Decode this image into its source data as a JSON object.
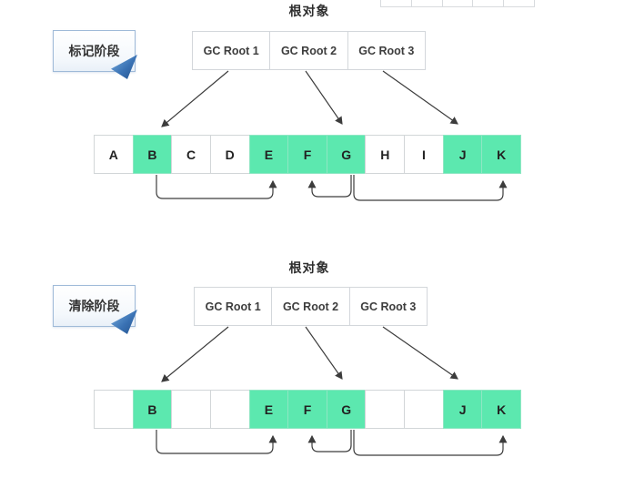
{
  "colors": {
    "marked_cell_green": "#5ce8af",
    "cell_border": "#d2d6d8",
    "phase_box_border": "#9fbad8",
    "fold_triangle_blue": "#3a72b4",
    "arrow_stroke": "#3c3c3c",
    "text_dark": "#2e2e2e"
  },
  "cropped_top_row": {
    "cell_count": 5
  },
  "sections": [
    {
      "id": "mark",
      "phase_label": "标记阶段",
      "roots_title": "根对象",
      "gc_roots": [
        {
          "label": "GC Root 1"
        },
        {
          "label": "GC Root 2"
        },
        {
          "label": "GC Root 3"
        }
      ],
      "cells": [
        {
          "label": "A",
          "marked": false
        },
        {
          "label": "B",
          "marked": true
        },
        {
          "label": "C",
          "marked": false
        },
        {
          "label": "D",
          "marked": false
        },
        {
          "label": "E",
          "marked": true
        },
        {
          "label": "F",
          "marked": true
        },
        {
          "label": "G",
          "marked": true
        },
        {
          "label": "H",
          "marked": false
        },
        {
          "label": "I",
          "marked": false
        },
        {
          "label": "J",
          "marked": true
        },
        {
          "label": "K",
          "marked": true
        }
      ],
      "root_arrows": [
        {
          "from": "GC Root 1",
          "to": "B"
        },
        {
          "from": "GC Root 2",
          "to": "G"
        },
        {
          "from": "GC Root 3",
          "to": "J"
        }
      ],
      "reference_arrows": [
        {
          "from": "B",
          "to": "E"
        },
        {
          "from": "G",
          "to": "F"
        },
        {
          "from": "G",
          "to": "K"
        }
      ]
    },
    {
      "id": "sweep",
      "phase_label": "清除阶段",
      "roots_title": "根对象",
      "gc_roots": [
        {
          "label": "GC Root 1"
        },
        {
          "label": "GC Root 2"
        },
        {
          "label": "GC Root 3"
        }
      ],
      "cells": [
        {
          "label": "",
          "marked": false
        },
        {
          "label": "B",
          "marked": true
        },
        {
          "label": "",
          "marked": false
        },
        {
          "label": "",
          "marked": false
        },
        {
          "label": "E",
          "marked": true
        },
        {
          "label": "F",
          "marked": true
        },
        {
          "label": "G",
          "marked": true
        },
        {
          "label": "",
          "marked": false
        },
        {
          "label": "",
          "marked": false
        },
        {
          "label": "J",
          "marked": true
        },
        {
          "label": "K",
          "marked": true
        }
      ],
      "root_arrows": [
        {
          "from": "GC Root 1",
          "to": "B"
        },
        {
          "from": "GC Root 2",
          "to": "G"
        },
        {
          "from": "GC Root 3",
          "to": "J"
        }
      ],
      "reference_arrows": [
        {
          "from": "B",
          "to": "E"
        },
        {
          "from": "G",
          "to": "F"
        },
        {
          "from": "G",
          "to": "K"
        }
      ]
    }
  ]
}
